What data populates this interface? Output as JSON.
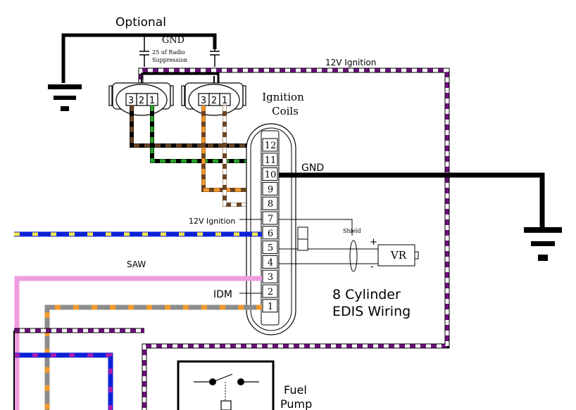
{
  "labels": {
    "optional": "Optional",
    "gnd_top": "GND",
    "cap_left": "25 uf Radio",
    "cap_left_2": "Suppression",
    "ignition_12v_top": "12V Ignition",
    "ignition_coils": "Ignition",
    "ignition_coils_2": "Coils",
    "gnd_right": "GND",
    "ignition_12v_mid": "12V Ignition",
    "shield": "Shield",
    "plus": "+",
    "minus": "-",
    "vr": "VR",
    "saw": "SAW",
    "idm": "IDM",
    "title_line1": "8 Cylinder",
    "title_line2": "EDIS Wiring",
    "fuel_pump_1": "Fuel",
    "fuel_pump_2": "Pump"
  },
  "coil_pins_left": [
    "3",
    "2",
    "1"
  ],
  "coil_pins_right": [
    "3",
    "2",
    "1"
  ],
  "connector_pins": [
    "12",
    "11",
    "10",
    "9",
    "8",
    "7",
    "6",
    "5",
    "4",
    "3",
    "2",
    "1"
  ],
  "colors": {
    "black": "#000000",
    "purple": "#6b0f7a",
    "brown": "#6b4423",
    "green": "#2aa02a",
    "orange": "#f39a2c",
    "blue": "#0a22d6",
    "yellow": "#f5e84a",
    "pink": "#f09be0",
    "gray": "#8c8c8c",
    "white": "#ffffff"
  }
}
